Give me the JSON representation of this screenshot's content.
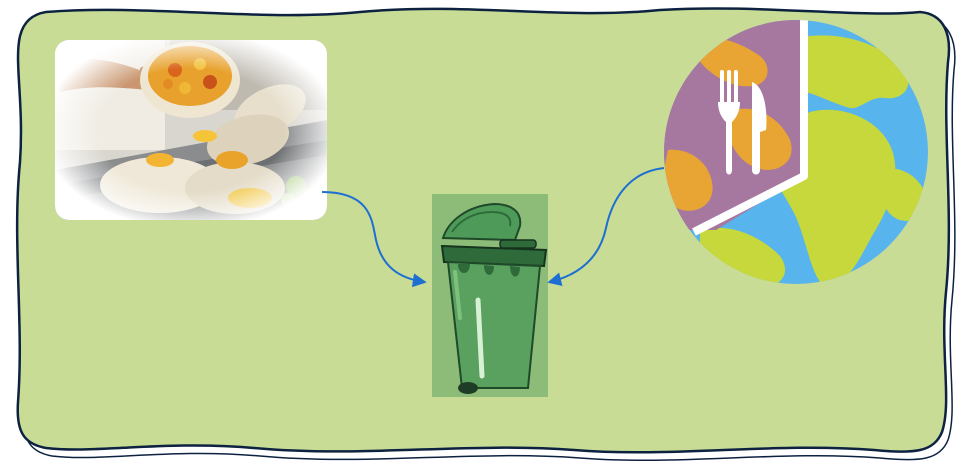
{
  "colors": {
    "panel_fill": "#c8dc96",
    "panel_border": "#0d2240",
    "panel_shadow": "#ffffff",
    "arrow": "#1d6fd1",
    "bin_backdrop": "#8cbc77",
    "bin_body": "#5aa05e",
    "bin_dark": "#2f6b3a",
    "bin_lid": "#4e9a58",
    "globe_ocean": "#58b4ec",
    "globe_land": "#c7d83c",
    "globe_land_warm": "#e8a534",
    "globe_panel": "#a678a0"
  },
  "icons": {
    "food_scraps": "food-waste-photo",
    "bin": "green-wheelie-bin-icon",
    "globe": "globe-with-fork-knife-icon"
  },
  "diagram": {
    "nodes": [
      {
        "id": "food_waste",
        "icon": "food-waste-photo"
      },
      {
        "id": "bin",
        "icon": "green-wheelie-bin-icon"
      },
      {
        "id": "world_food",
        "icon": "globe-with-fork-knife-icon"
      }
    ],
    "edges": [
      {
        "from": "food_waste",
        "to": "bin"
      },
      {
        "from": "world_food",
        "to": "bin"
      }
    ]
  }
}
